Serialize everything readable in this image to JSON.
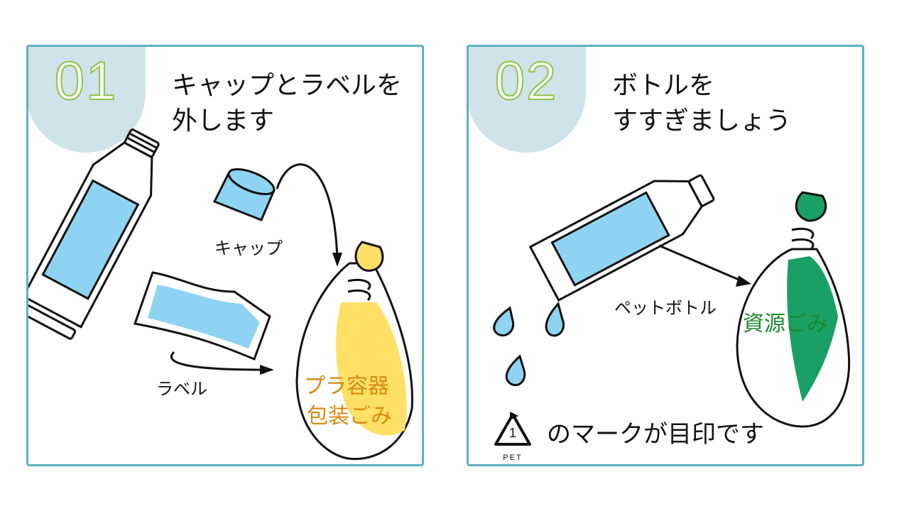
{
  "panels": [
    {
      "number": "01",
      "instruction": "キャップとラベルを\n外します",
      "labels": {
        "cap": "キャップ",
        "label": "ラベル",
        "bag_line1": "プラ容器",
        "bag_line2": "包装ごみ"
      }
    },
    {
      "number": "02",
      "instruction": "ボトルを\nすすぎましょう",
      "labels": {
        "bottle": "ペットボトル",
        "bag": "資源ごみ"
      },
      "mark_text": "のマークが目印です",
      "recycle_code": "1",
      "recycle_label": "PET"
    }
  ],
  "colors": {
    "border": "#5fb1c4",
    "badge": "#cfe3eb",
    "number_outline": "#8cc63e",
    "water_blue": "#8fd3f2",
    "plastic_bag_yellow": "#ffe066",
    "plastic_bag_text": "#d98a10",
    "resource_bag_green": "#1aa064",
    "resource_bag_text": "#1b8a2e"
  },
  "icons": [
    "pet-bottle-icon",
    "cap-icon",
    "label-wrapper-icon",
    "garbage-bag-icon",
    "water-drop-icon",
    "pet-recycle-icon",
    "arrow-icon"
  ]
}
